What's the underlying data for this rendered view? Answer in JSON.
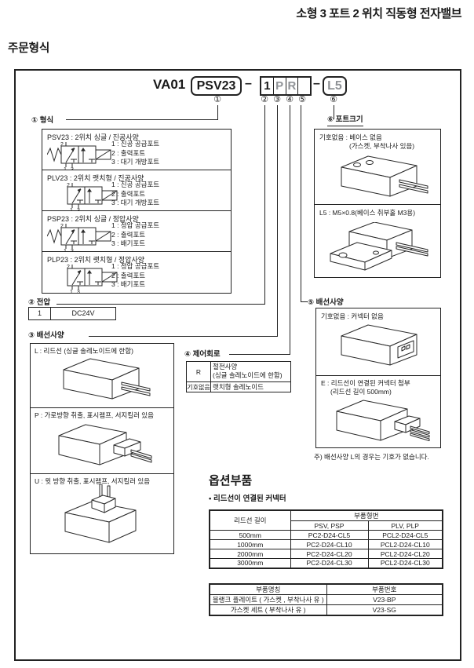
{
  "page": {
    "title": "소형 3 포트 2 위치 직동형 전자밸브",
    "section_heading": "주문형식"
  },
  "model_code": {
    "prefix": "VA01",
    "type_code": "PSV23",
    "dash": "–",
    "cells": [
      "1",
      "P",
      "R",
      ""
    ],
    "suffix_code": "L5",
    "callouts": [
      "①",
      "②",
      "③",
      "④",
      "⑤",
      "⑥"
    ]
  },
  "symbols": {
    "top_port": "2",
    "bottom_left_port": "1",
    "bottom_right_port": "3"
  },
  "section_type": {
    "label": "① 형식",
    "items": [
      {
        "title": "PSV23 : 2위치 싱글 / 진공사양",
        "ports": [
          "1 : 진공 공급포트",
          "2 : 출력포트",
          "3 : 대기 개방포트"
        ]
      },
      {
        "title": "PLV23 : 2위치 랫치형 / 진공사양",
        "ports": [
          "1 : 진공 공급포트",
          "2 : 출력포트",
          "3 : 대기 개방포트"
        ]
      },
      {
        "title": "PSP23 : 2위치 싱글 / 정압사양",
        "ports": [
          "1 : 정압 공급포트",
          "2 : 출력포트",
          "3 : 배기포트"
        ]
      },
      {
        "title": "PLP23 : 2위치 랫치형 / 정압사양",
        "ports": [
          "1 : 정압 공급포트",
          "2 : 출력포트",
          "3 : 배기포트"
        ]
      }
    ]
  },
  "section_voltage": {
    "label": "② 전압",
    "code": "1",
    "value": "DC24V"
  },
  "section_wiring": {
    "label": "③ 배선사양",
    "item_l": "L : 리드선 (싱글 솔레노이드에 한함)",
    "item_p": "P : 가로방향 취출, 표시램프, 서지킬러 있음",
    "item_u": "U : 윗 방향 취출, 표시램프, 서지킬러 있음"
  },
  "section_circuit": {
    "label": "④ 제어회로",
    "rows": [
      {
        "code": "R",
        "desc": "절전사양",
        "desc2": "(싱글 솔레노이드에 한함)"
      },
      {
        "code": "기호없음",
        "desc": "랫치형 솔레노이드",
        "desc2": ""
      }
    ]
  },
  "section_connector": {
    "label": "⑤ 배선사양",
    "item_none": "기호없음 : 커넥터 없음",
    "item_e1": "E : 리드선이 연결된 커넥터 첨부",
    "item_e2": "(리드선 길이 500mm)",
    "note": "주) 배선사양 L의 경우는 기호가 없습니다."
  },
  "section_port": {
    "label": "⑥ 포트크기",
    "item_none1": "기호없음 : 베이스 없음",
    "item_none2": "(가스켓, 부착나사 있음)",
    "item_l5": "L5 : M5×0.8(베이스 취부홀 M3용)"
  },
  "options": {
    "heading": "옵션부품",
    "bullet": "• 리드선이 연결된 커넥터",
    "table1": {
      "col1_header": "리드선 길이",
      "group_header": "부품형번",
      "sub1": "PSV, PSP",
      "sub2": "PLV, PLP",
      "rows": [
        [
          "500mm",
          "PC2-D24-CL5",
          "PCL2-D24-CL5"
        ],
        [
          "1000mm",
          "PC2-D24-CL10",
          "PCL2-D24-CL10"
        ],
        [
          "2000mm",
          "PC2-D24-CL20",
          "PCL2-D24-CL20"
        ],
        [
          "3000mm",
          "PC2-D24-CL30",
          "PCL2-D24-CL30"
        ]
      ]
    },
    "table2": {
      "h1": "부품명칭",
      "h2": "부품번호",
      "rows": [
        [
          "블랭크 플레이트 ( 가스켓 , 부착나사 유 )",
          "V23-BP"
        ],
        [
          "가스켓 세트 ( 부착나사 유 )",
          "V23-SG"
        ]
      ]
    }
  }
}
